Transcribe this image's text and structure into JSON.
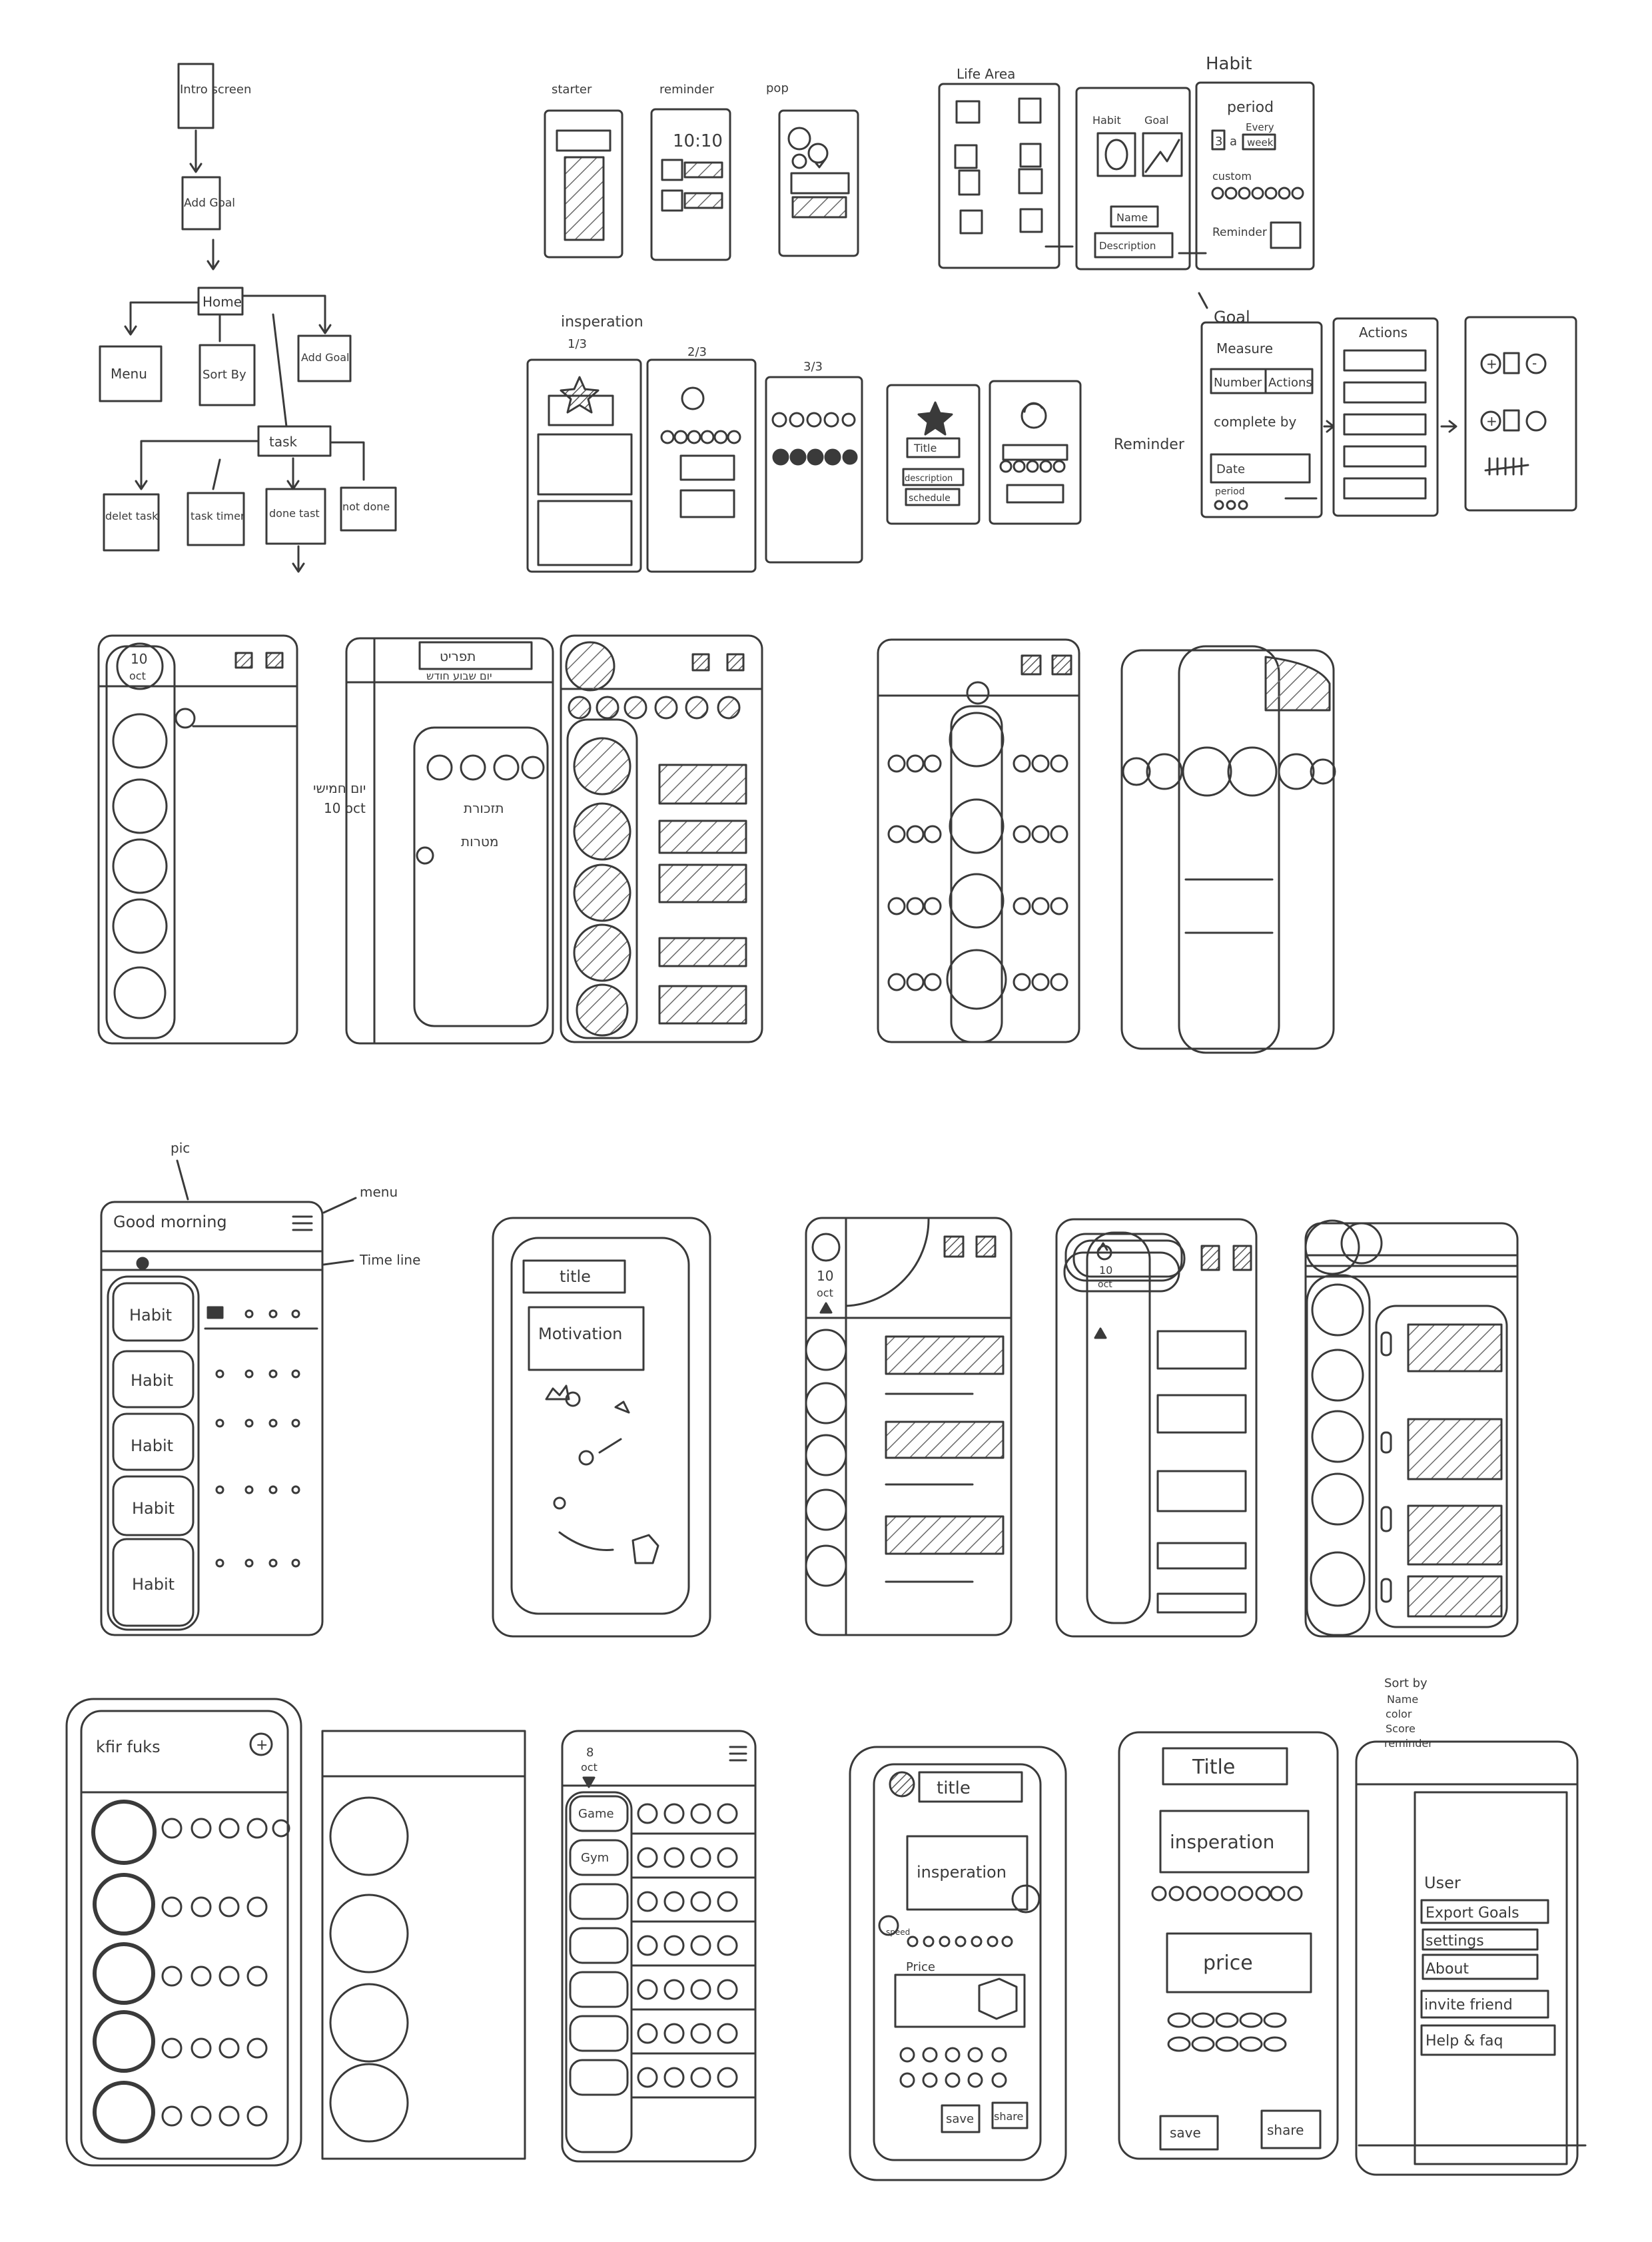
{
  "page": {
    "ink": "#3a3a3a",
    "hatch": "#6a6a6a",
    "paper": "#ffffff"
  },
  "flowchart": {
    "intro": "Intro screen",
    "add_goal": "Add Goal",
    "home": "Home",
    "menu": "Menu",
    "sort_by": "Sort By",
    "add_goal_2": "Add Goal",
    "task": "task",
    "delete_task": "delet task",
    "task_timer": "task timer",
    "done_task": "done tast",
    "not_done": "not done"
  },
  "onboarding": {
    "starter": "starter",
    "reminder": "reminder",
    "reminder_time": "10:10",
    "pop": "pop",
    "inspiration": "insperation",
    "step1": "1/3",
    "step2": "2/3",
    "step3": "3/3",
    "title": "Title",
    "description": "description",
    "schedule": "schedule",
    "reminder_label": "Reminder"
  },
  "habit_flow": {
    "life_area": "Life Area",
    "habit_header": "Habit",
    "habit": "Habit",
    "goal": "Goal",
    "name": "Name",
    "description": "Description",
    "period": "period",
    "period_num": "3",
    "period_a": "a",
    "every": "Every",
    "week": "week",
    "custom": "custom",
    "reminder": "Reminder"
  },
  "goal_flow": {
    "goal_header": "Goal",
    "measure": "Measure",
    "number": "Number",
    "actions": "Actions",
    "complete_by": "complete by",
    "date": "Date",
    "period": "period",
    "actions_header": "Actions"
  },
  "row2": {
    "date_num": "10",
    "date_month": "oct",
    "hebrew_header": "תפריט",
    "hebrew_sub": "יום שבוע חודש",
    "hebrew_note_1": "יום חמישי",
    "hebrew_note_2": "10 oct",
    "hebrew_center_1": "תזכורת",
    "hebrew_center_2": "מטרות"
  },
  "row3": {
    "pic": "pic",
    "greeting": "Good morning",
    "menu": "menu",
    "time_line": "Time line",
    "habits": [
      "Habit",
      "Habit",
      "Habit",
      "Habit",
      "Habit"
    ],
    "title": "title",
    "motivation": "Motivation",
    "date_num": "10",
    "date_month": "oct"
  },
  "row4": {
    "user_name": "kfir fuks",
    "date_num": "8",
    "date_month": "oct",
    "habits": [
      "Game",
      "Gym"
    ],
    "title": "title",
    "inspiration": "insperation",
    "speed": "speed",
    "price": "Price",
    "save": "save",
    "share": "share",
    "title_b": "Title",
    "inspiration_b": "insperation",
    "price_b": "price",
    "save_b": "save",
    "share_b": "share",
    "sort_by": "Sort by",
    "sort_options": [
      "Name",
      "color",
      "Score",
      "reminder"
    ],
    "menu_items": [
      "User",
      "Export Goals",
      "settings",
      "About",
      "invite friend",
      "Help & faq"
    ]
  }
}
